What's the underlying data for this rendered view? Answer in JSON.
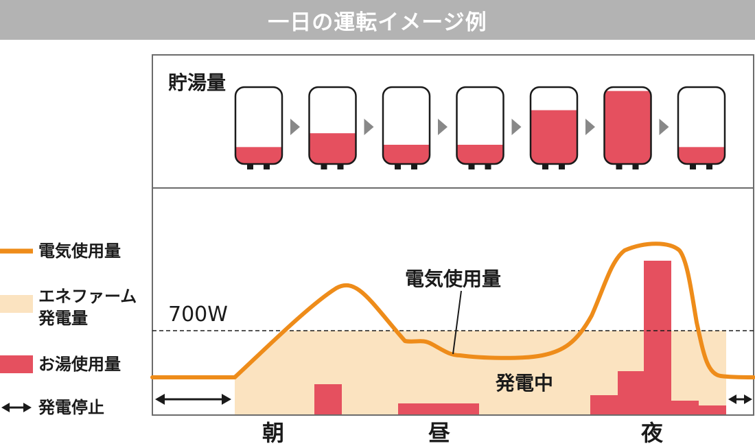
{
  "title": "一日の運転イメージ例",
  "storage": {
    "label": "貯湯量",
    "tank_levels": [
      0.22,
      0.4,
      0.25,
      0.25,
      0.7,
      0.95,
      0.22
    ]
  },
  "legend": {
    "electricity": "電気使用量",
    "enefarm_line1": "エネファーム",
    "enefarm_line2": "発電量",
    "hotwater": "お湯使用量",
    "stop": "発電停止"
  },
  "chart": {
    "threshold_label": "700W",
    "callout_label": "電気使用量",
    "generating_label": "発電中",
    "time_labels": [
      "朝",
      "昼",
      "夜"
    ]
  },
  "colors": {
    "title_bar": "#b3b3b3",
    "electricity": "#ee8c1a",
    "generation": "#fbe3c0",
    "hotwater": "#e5505f",
    "arrow_gray": "#888888"
  }
}
